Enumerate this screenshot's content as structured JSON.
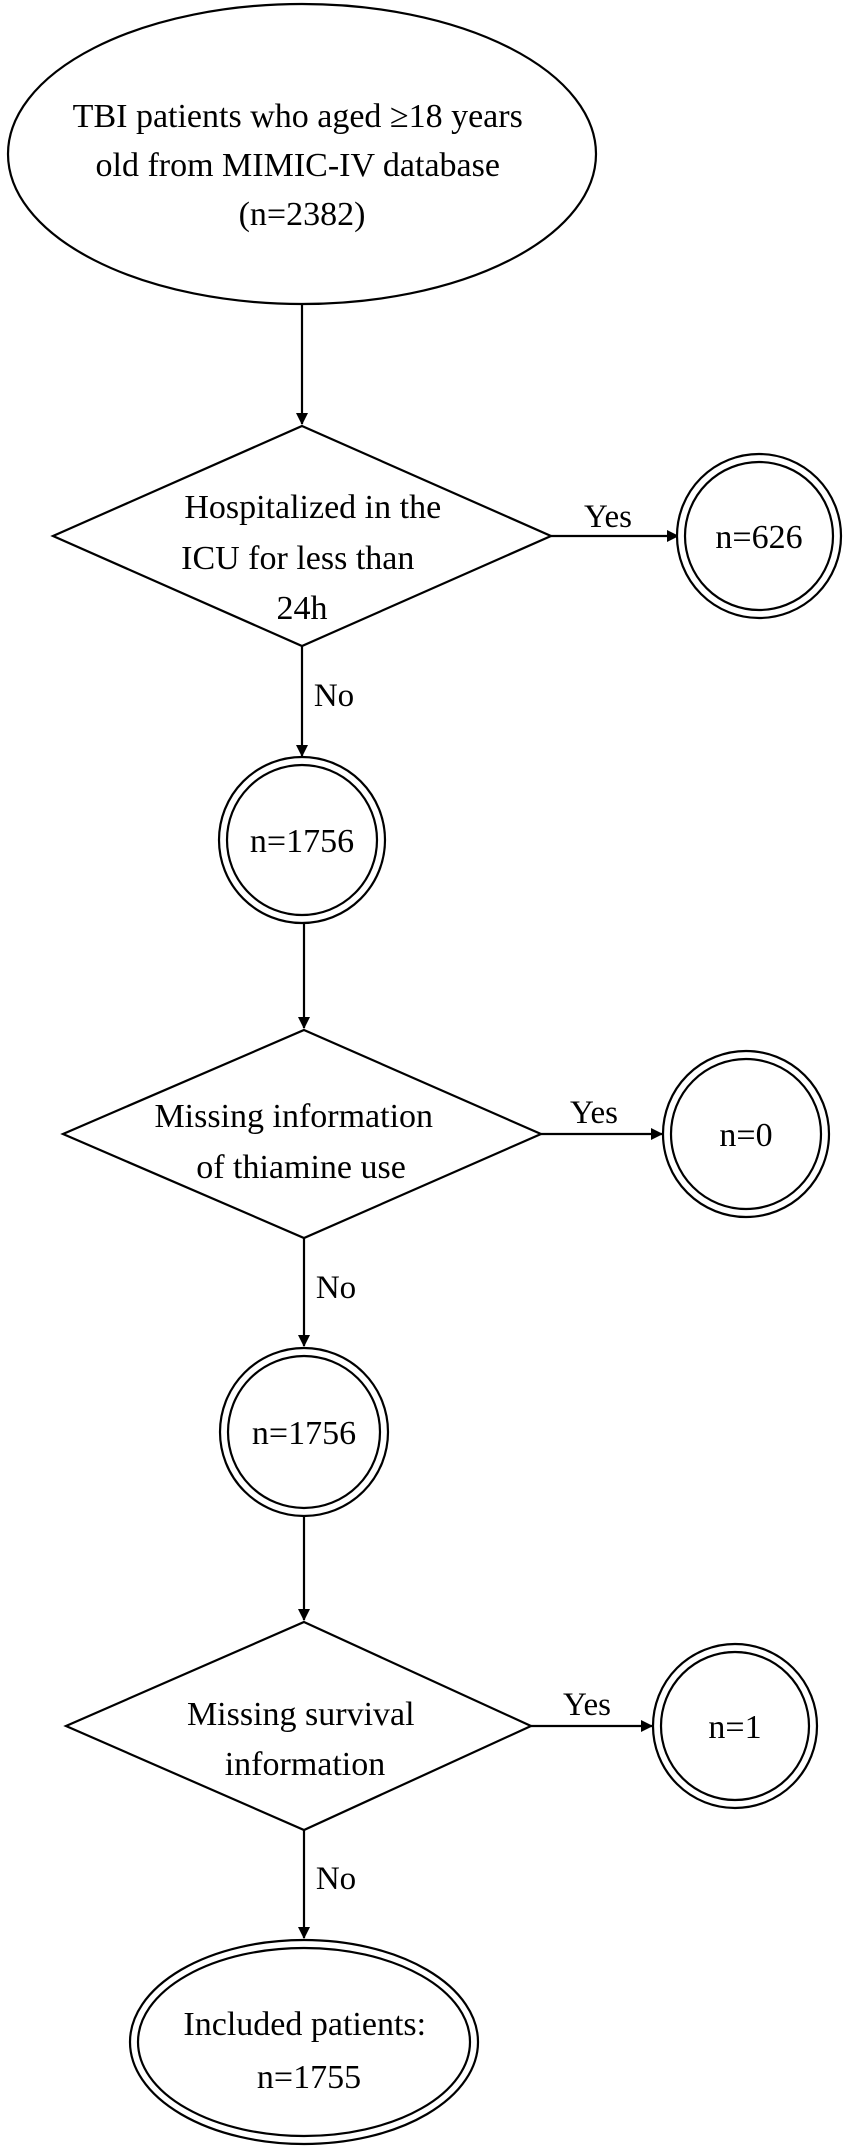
{
  "nodes": {
    "start": {
      "lines": [
        "TBI patients who aged ≥18 years",
        "old from MIMIC-IV database",
        "(n=2382)"
      ]
    },
    "decision_icu": {
      "lines": [
        "Hospitalized in the",
        "ICU for less than",
        "24h"
      ]
    },
    "excluded_icu": {
      "lines": [
        "n=626"
      ]
    },
    "after_icu": {
      "lines": [
        "n=1756"
      ]
    },
    "decision_thiamine": {
      "lines": [
        "Missing information",
        "of thiamine use"
      ]
    },
    "excluded_thiamine": {
      "lines": [
        "n=0"
      ]
    },
    "after_thiamine": {
      "lines": [
        "n=1756"
      ]
    },
    "decision_survival": {
      "lines": [
        "Missing survival",
        "information"
      ]
    },
    "excluded_survival": {
      "lines": [
        "n=1"
      ]
    },
    "included": {
      "lines": [
        "Included patients:",
        "n=1755"
      ]
    }
  },
  "edges": {
    "icu_yes": "Yes",
    "icu_no": "No",
    "thiamine_yes": "Yes",
    "thiamine_no": "No",
    "survival_yes": "Yes",
    "survival_no": "No"
  }
}
